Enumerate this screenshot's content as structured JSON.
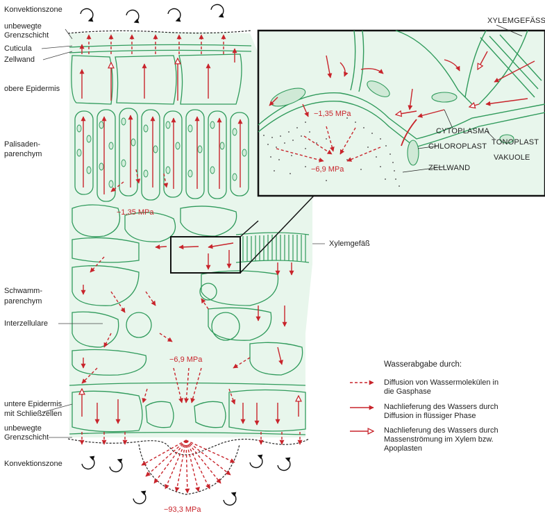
{
  "labels": {
    "convection_top": "Konvektionszone",
    "boundary_top_1": "unbewegte",
    "boundary_top_2": "Grenzschicht",
    "cuticle": "Cuticula",
    "cell_wall": "Zellwand",
    "upper_epidermis": "obere Epidermis",
    "palisade_1": "Palisaden-",
    "palisade_2": "parenchym",
    "spongy_1": "Schwamm-",
    "spongy_2": "parenchym",
    "intercellular": "Interzellulare",
    "lower_epidermis_1": "untere Epidermis",
    "lower_epidermis_2": "mit Schließzellen",
    "boundary_bottom_1": "unbewegte",
    "boundary_bottom_2": "Grenzschicht",
    "convection_bottom": "Konvektionszone",
    "xylem_vessel": "Xylemgefäß"
  },
  "pressures": {
    "palisade": "−1,35 MPa",
    "cavity": "−6,9 MPa",
    "outside": "−93,3 MPa"
  },
  "inset": {
    "xylem": "XYLEMGEFÄSS",
    "cytoplasm": "CYTOPLASMA",
    "tonoplast": "TONOPLAST",
    "chloroplast": "CHLOROPLAST",
    "vacuole": "VAKUOLE",
    "cell_wall": "ZELLWAND",
    "pressure_wall": "−1,35 MPa",
    "pressure_gas": "−6,9 MPa"
  },
  "legend": {
    "title": "Wasserabgabe durch:",
    "items": [
      {
        "style": "dashed",
        "lines": [
          "Diffusion von Wassermolekülen in",
          "die Gasphase"
        ]
      },
      {
        "style": "solid",
        "lines": [
          "Nachlieferung des Wassers durch",
          "Diffusion in flüssiger Phase"
        ]
      },
      {
        "style": "hollow",
        "lines": [
          "Nachlieferung des Wassers durch",
          "Massenströmung im Xylem bzw.",
          "Apoplasten"
        ]
      }
    ]
  },
  "colors": {
    "tissue_fill": "#e8f6ec",
    "cell_line": "#2f9a5b",
    "arrow_red": "#c8242b",
    "frame": "#111111"
  }
}
